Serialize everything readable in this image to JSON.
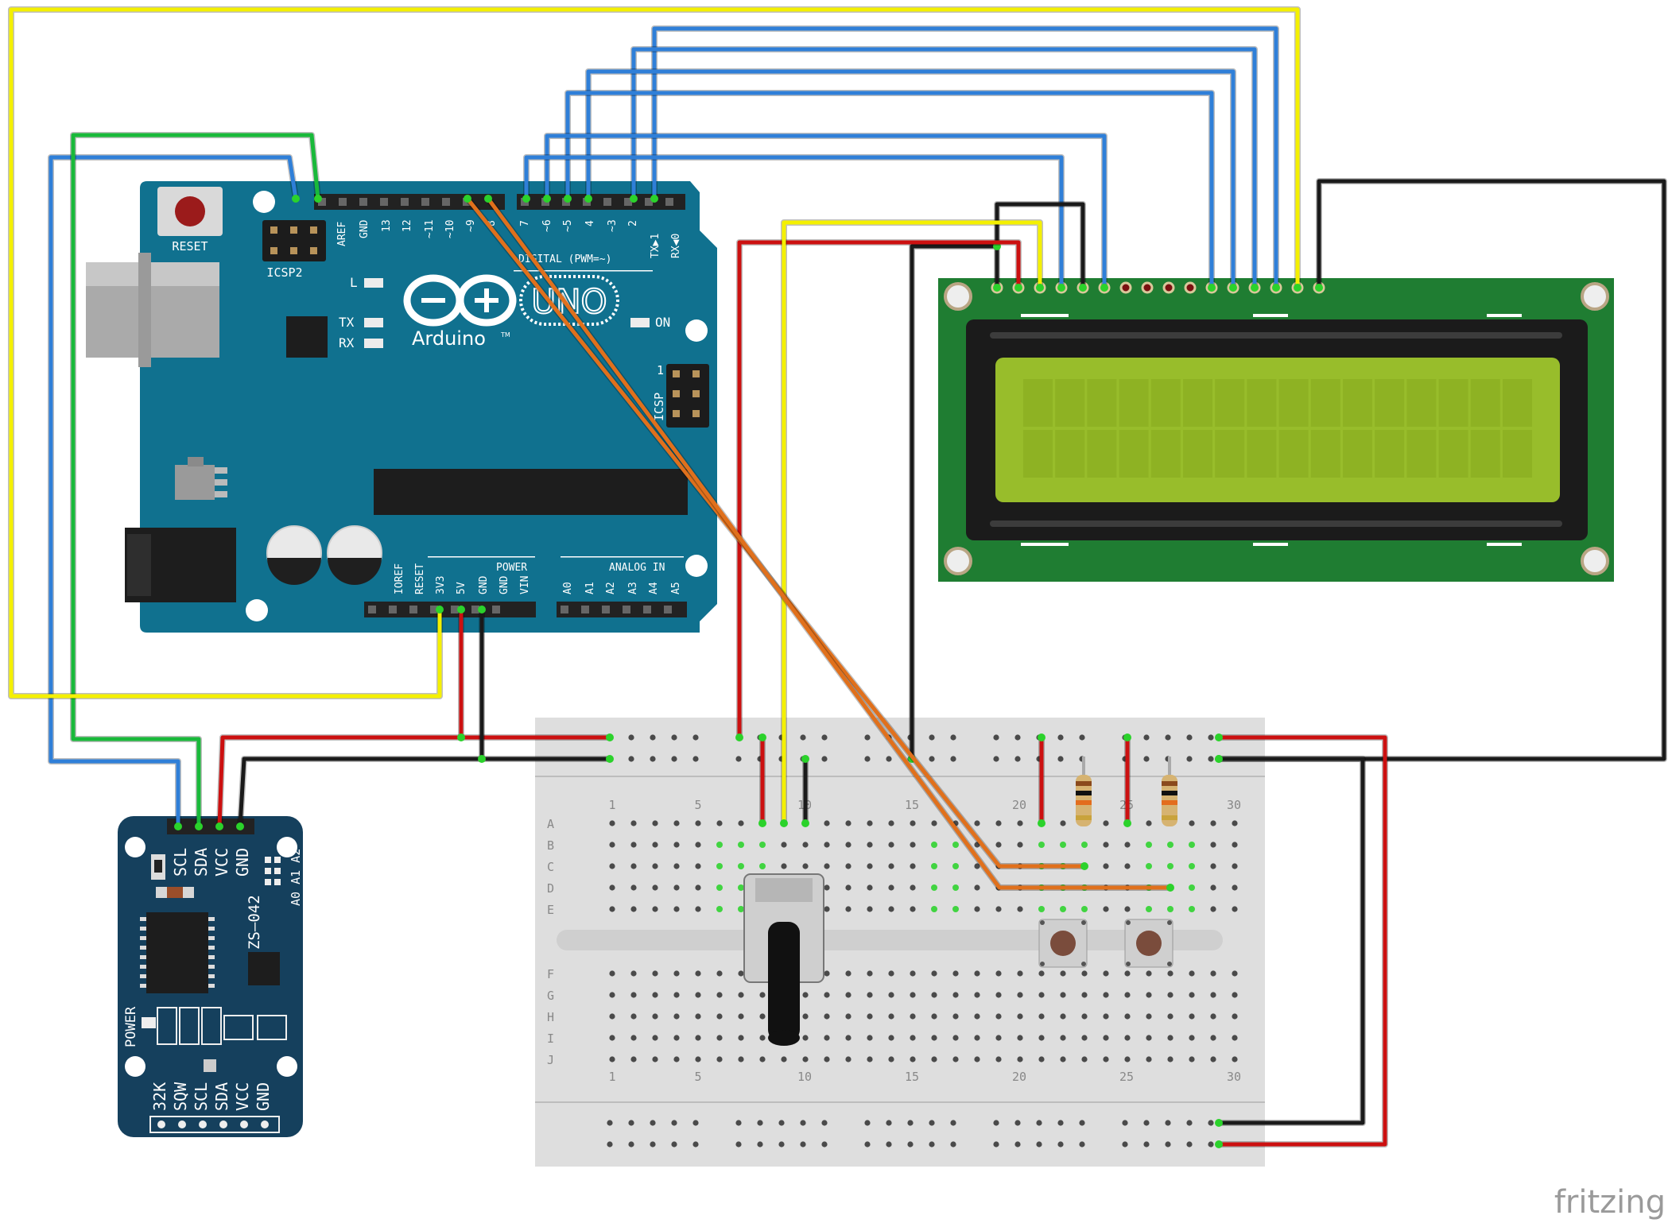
{
  "arduino": {
    "reset_label": "RESET",
    "icsp2_label": "ICSP2",
    "icsp_label": "ICSP",
    "icsp_pin1": "1",
    "led_l": "L",
    "led_tx": "TX",
    "led_rx": "RX",
    "led_on": "ON",
    "brand": "Arduino",
    "brand_tm": "TM",
    "model": "UNO",
    "digital_label": "DIGITAL (PWM=~)",
    "power_label": "POWER",
    "analog_label": "ANALOG IN",
    "top_pins": [
      "AREF",
      "GND",
      "13",
      "12",
      "~11",
      "~10",
      "~9",
      "8",
      "7",
      "~6",
      "~5",
      "4",
      "~3",
      "2",
      "TX▶1",
      "RX◀0"
    ],
    "power_pins": [
      "IOREF",
      "RESET",
      "3V3",
      "5V",
      "GND",
      "GND",
      "VIN"
    ],
    "analog_pins": [
      "A0",
      "A1",
      "A2",
      "A3",
      "A4",
      "A5"
    ]
  },
  "rtc": {
    "top_pins": [
      "SCL",
      "SDA",
      "VCC",
      "GND"
    ],
    "addr_label": "A0 A1 A2",
    "model": "ZS—042",
    "power_label": "POWER",
    "bottom_pins": [
      "32K",
      "SQW",
      "SCL",
      "SDA",
      "VCC",
      "GND"
    ]
  },
  "breadboard": {
    "row_letters_top": [
      "A",
      "B",
      "C",
      "D",
      "E"
    ],
    "row_letters_bottom": [
      "F",
      "G",
      "H",
      "I",
      "J"
    ],
    "col_numbers": [
      "1",
      "5",
      "10",
      "15",
      "20",
      "25",
      "30"
    ]
  },
  "lcd": {
    "columns": 16,
    "rows": 2
  },
  "watermark": "fritzing",
  "colors": {
    "board_teal": "#10718f",
    "rtc_navy": "#15405d",
    "lcd_green": "#1f7d32",
    "lcd_screen": "#98bd2b",
    "wire_blue": "#2f7fd8",
    "wire_yellow": "#f4f000",
    "wire_green": "#19b93a",
    "wire_red": "#cc1010",
    "wire_black": "#1a1a1a",
    "wire_orange": "#e0701c"
  }
}
